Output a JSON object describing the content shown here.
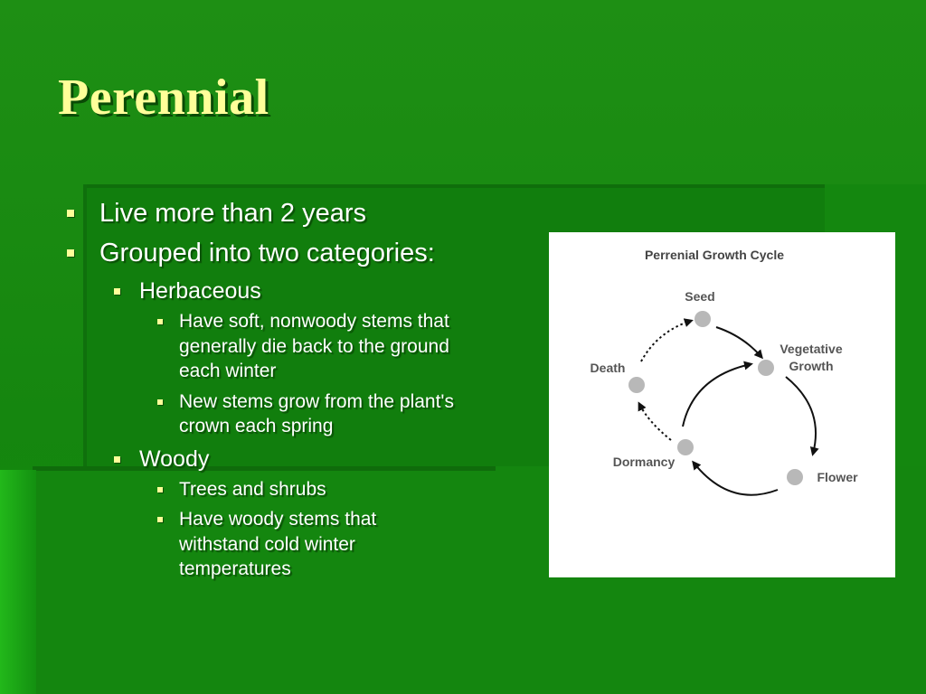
{
  "slide": {
    "title": "Perennial",
    "bullets": {
      "b1": "Live more than 2 years",
      "b2": "Grouped into two categories:",
      "herbaceous": "Herbaceous",
      "herb_1": "Have soft, nonwoody stems that generally die back to the ground each winter",
      "herb_2": "New stems grow from the plant's crown each spring",
      "woody": "Woody",
      "woody_1": "Trees and shrubs",
      "woody_2": "Have woody stems that withstand cold winter temperatures"
    }
  },
  "diagram": {
    "title": "Perrenial Growth Cycle",
    "stages": {
      "seed": "Seed",
      "vegetative_1": "Vegetative",
      "vegetative_2": "Growth",
      "flower": "Flower",
      "dormancy": "Dormancy",
      "death": "Death"
    }
  },
  "colors": {
    "background": "#168a10",
    "title": "#ffff99",
    "text": "#ffffff",
    "bullet": "#ffff99"
  }
}
